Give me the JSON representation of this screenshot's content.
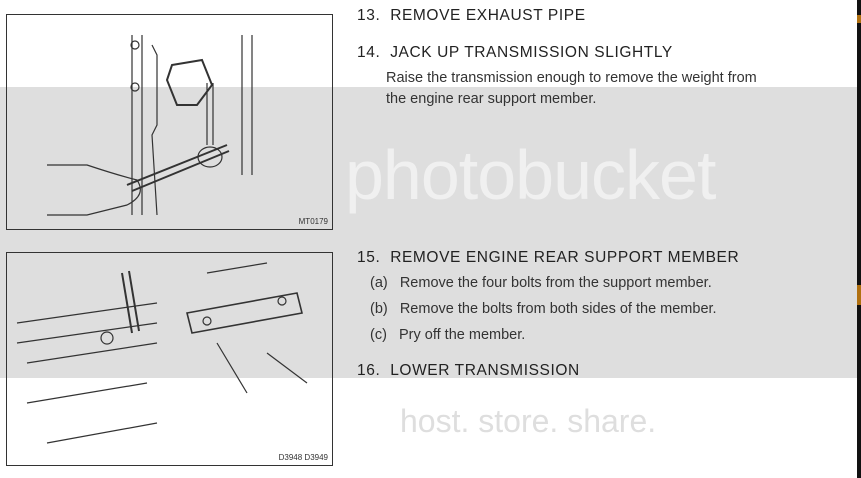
{
  "figures": [
    {
      "caption": "MT0179"
    },
    {
      "caption": "D3948 D3949"
    }
  ],
  "steps": [
    {
      "number": "13.",
      "title": "REMOVE EXHAUST PIPE"
    },
    {
      "number": "14.",
      "title": "JACK UP TRANSMISSION SLIGHTLY",
      "body": [
        "Raise the transmission enough to remove the weight from",
        "the engine rear support member."
      ]
    },
    {
      "number": "15.",
      "title": "REMOVE ENGINE REAR SUPPORT MEMBER",
      "substeps": [
        {
          "label": "(a)",
          "text": "Remove the four bolts from the support member."
        },
        {
          "label": "(b)",
          "text": "Remove the bolts from both sides of the member."
        },
        {
          "label": "(c)",
          "text": "Pry off the member."
        }
      ]
    },
    {
      "number": "16.",
      "title": "LOWER TRANSMISSION"
    }
  ],
  "watermark": {
    "brand": "photobucket",
    "tagline": "host. store. share."
  }
}
